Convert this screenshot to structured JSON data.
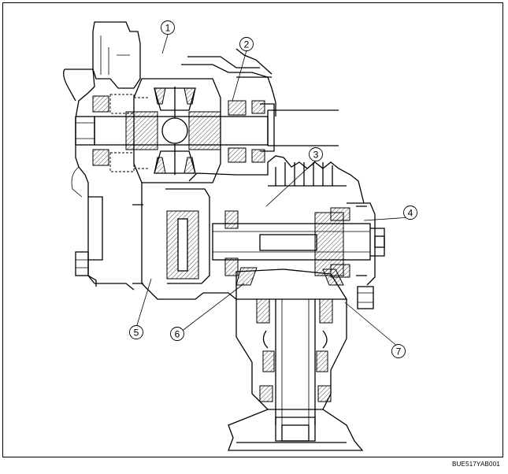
{
  "figure": {
    "code": "BUE517YAB001"
  },
  "callouts": [
    {
      "num": "1"
    },
    {
      "num": "2"
    },
    {
      "num": "3"
    },
    {
      "num": "4"
    },
    {
      "num": "5"
    },
    {
      "num": "6"
    },
    {
      "num": "7"
    }
  ]
}
